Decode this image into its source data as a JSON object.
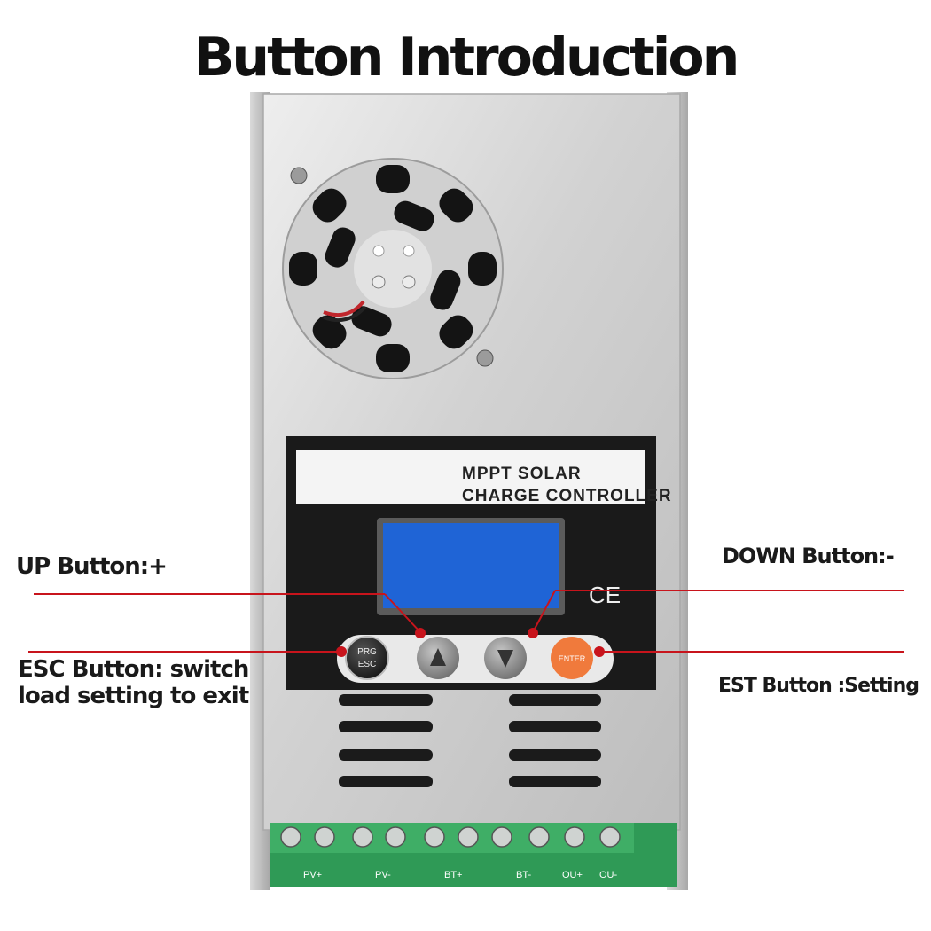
{
  "title": "Button Introduction",
  "device": {
    "panel_title_line1": "MPPT SOLAR",
    "panel_title_line2": "CHARGE CONTROLLER",
    "ce_mark": "CE",
    "buttons": {
      "esc_top": "PRG",
      "esc_bottom": "ESC",
      "enter": "ENTER"
    },
    "terminals": [
      "PV+",
      "PV-",
      "BT+",
      "BT-",
      "OU+",
      "OU-"
    ]
  },
  "callouts": {
    "up": "UP Button:+",
    "down": "DOWN Button:-",
    "esc_line1": "ESC Button: switch",
    "esc_line2": "load setting to exit",
    "est": "EST Button :Setting"
  },
  "colors": {
    "accent_line": "#c8141c",
    "enter_button": "#f07a3c",
    "lcd": "#1f64d6",
    "terminal_block": "#2f9a56"
  }
}
